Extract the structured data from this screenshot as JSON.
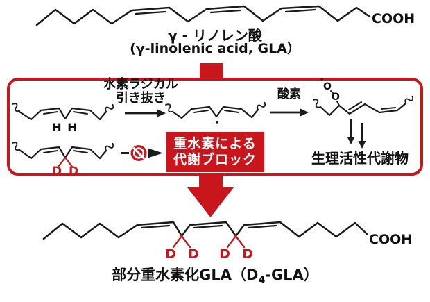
{
  "colors": {
    "accent_red": "#c9161d",
    "ink": "#1a1a1a",
    "background": "#ffffff",
    "block_text": "#ffffff"
  },
  "molecule_top": {
    "cooh_label": "COOH",
    "name_ja": "γ - リノレン酸",
    "name_en": "(γ-linolenic acid, GLA）"
  },
  "reaction_box": {
    "step1_line1": "水素ラジカル",
    "step1_line2": "引き抜き",
    "step2_label": "酸素",
    "h_label_1": "H",
    "h_label_2": "H",
    "o_label_upper": "O",
    "o_label_lower": "O",
    "metabolites_label": "生理活性代謝物",
    "d_label_1": "D",
    "d_label_2": "D",
    "block_line1": "重水素による",
    "block_line2": "代謝ブロック"
  },
  "molecule_bottom": {
    "cooh_label": "COOH",
    "d_labels": [
      "D",
      "D",
      "D",
      "D"
    ],
    "caption_prefix": "部分重水素化GLA（D",
    "caption_subscript": "4",
    "caption_suffix": "-GLA）"
  }
}
